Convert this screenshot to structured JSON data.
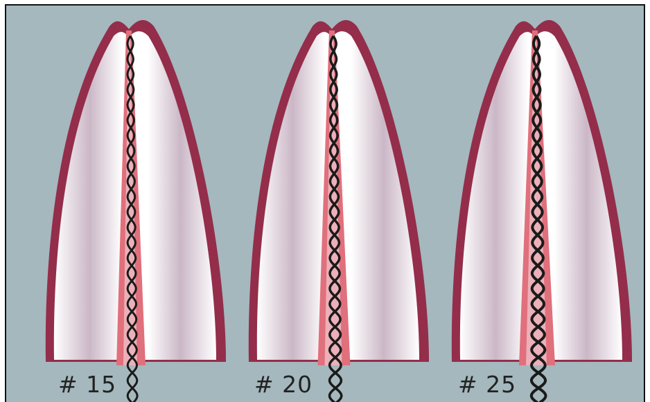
{
  "panels": [
    {
      "label": "# 15",
      "file_size": 15
    },
    {
      "label": "# 20",
      "file_size": 20
    },
    {
      "label": "# 25",
      "file_size": 25
    }
  ],
  "colors": {
    "background": "#a4b8be",
    "root_outline": "#8a2840",
    "root_fill": "#ffffff",
    "root_shading": "#c9b4c4",
    "canal": "#e0707c",
    "file": "#1a1a1a"
  }
}
